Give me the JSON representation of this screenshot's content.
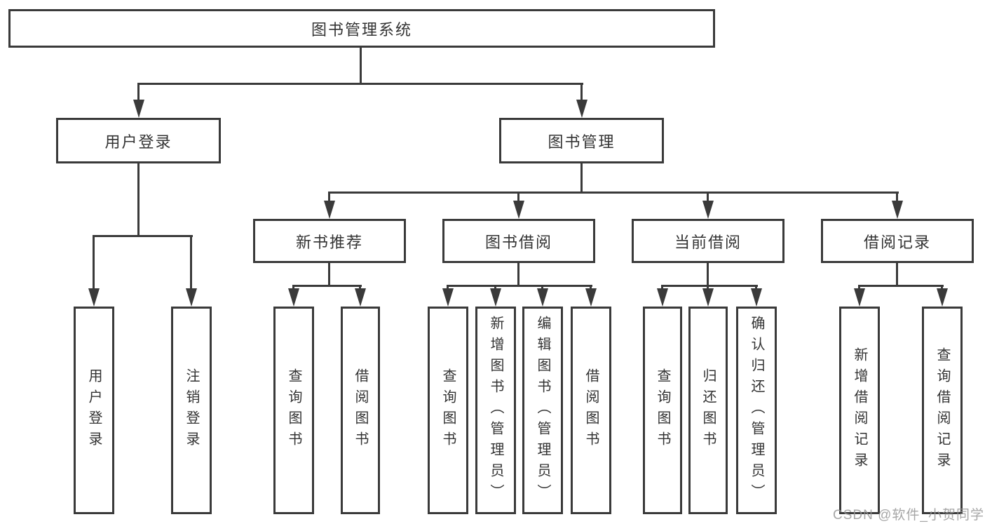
{
  "diagram": {
    "root": "图书管理系统",
    "user_login": {
      "label": "用户登录",
      "leaves": [
        "用户登录",
        "注销登录"
      ]
    },
    "book_mgmt": {
      "label": "图书管理",
      "sections": [
        {
          "label": "新书推荐",
          "leaves": [
            "查询图书",
            "借阅图书"
          ]
        },
        {
          "label": "图书借阅",
          "leaves": [
            "查询图书",
            "新增图书（管理员）",
            "编辑图书（管理员）",
            "借阅图书"
          ]
        },
        {
          "label": "当前借阅",
          "leaves": [
            "查询图书",
            "归还图书",
            "确认归还（管理员）"
          ]
        },
        {
          "label": "借阅记录",
          "leaves": [
            "新增借阅记录",
            "查询借阅记录"
          ]
        }
      ]
    }
  },
  "watermark": "CSDN @软件_小贺同学",
  "colors": {
    "line": "#3a3a3a",
    "text": "#333333",
    "watermark": "#969696",
    "background": "#ffffff"
  }
}
